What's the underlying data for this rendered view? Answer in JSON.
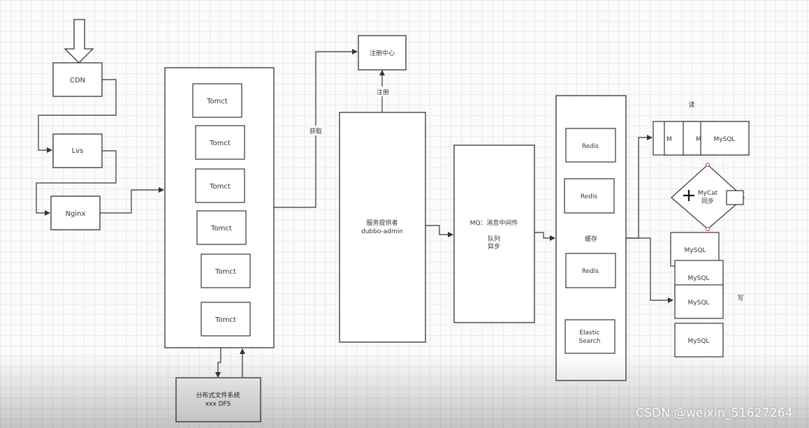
{
  "nodes": {
    "cdn": "CDN",
    "lvs": "Lvs",
    "nginx": "Nginx",
    "tomcat": "Tomct",
    "registry": "注册中心",
    "register_label": "注册",
    "fetch_label": "获取",
    "provider_line1": "服务提供者",
    "provider_line2": "dubbo-admin",
    "mq_line1": "MQ：消息中间件",
    "mq_line2": "队列",
    "mq_line3": "异步",
    "cache_label": "缓存",
    "redis": "Redis",
    "es_line1": "Elastic",
    "es_line2": "Search",
    "dfs_line1": "分布式文件系统",
    "dfs_line2": "xxx DFS",
    "read_label": "读",
    "write_label": "写",
    "mycat_line1": "MyCat",
    "mycat_line2": "同步",
    "mysql": "MySQL",
    "mysql_short": "M"
  },
  "watermark": "CSDN @weixin_51627264"
}
